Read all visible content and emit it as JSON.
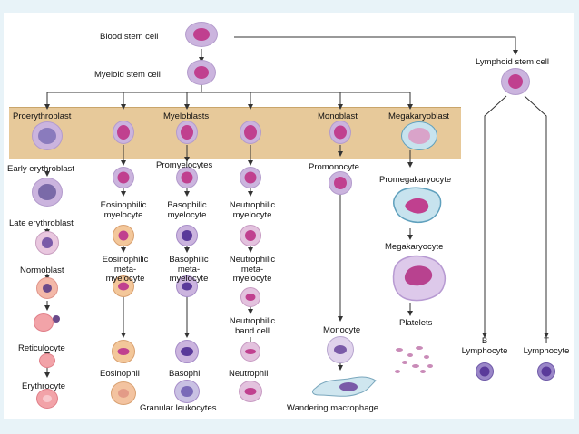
{
  "labels": {
    "blood_stem_cell": "Blood stem cell",
    "myeloid_stem_cell": "Myeloid stem cell",
    "lymphoid_stem_cell": "Lymphoid stem cell",
    "proerythroblast": "Proerythroblast",
    "myeloblasts": "Myeloblasts",
    "monoblast": "Monoblast",
    "megakaryoblast": "Megakaryoblast",
    "early_erythroblast": "Early erythroblast",
    "promyelocytes": "Promyelocytes",
    "promonocyte": "Promonocyte",
    "promegakaryocyte": "Promegakaryocyte",
    "late_erythroblast": "Late erythroblast",
    "eosinophilic_myelocyte": "Eosinophilic\nmyelocyte",
    "basophilic_myelocyte": "Basophilic\nmyelocyte",
    "neutrophilic_myelocyte": "Neutrophilic\nmyelocyte",
    "megakaryocyte": "Megakaryocyte",
    "normoblast": "Normoblast",
    "eosinophilic_metamyelocyte": "Eosinophilic\nmeta-\nmyelocyte",
    "basophilic_metamyelocyte": "Basophilic\nmeta-\nmyelocyte",
    "neutrophilic_metamyelocyte": "Neutrophilic\nmeta-\nmyelocyte",
    "neutrophilic_band_cell": "Neutrophilic\nband cell",
    "platelets": "Platelets",
    "monocyte": "Monocyte",
    "b_lymphocyte": "B\nLymphocyte",
    "t_lymphocyte": "T\nLymphocyte",
    "reticulocyte": "Reticulocyte",
    "eosinophil": "Eosinophil",
    "basophil": "Basophil",
    "neutrophil": "Neutrophil",
    "erythrocyte": "Erythrocyte",
    "granular_leukocytes": "Granular leukocytes",
    "wandering_macrophage": "Wandering macrophage"
  },
  "colors": {
    "band": "#e7c99a",
    "cell_lilac": "#c9b2dc",
    "nucleus_magenta": "#c23a8f",
    "erythrocyte": "#f2a3a8"
  }
}
